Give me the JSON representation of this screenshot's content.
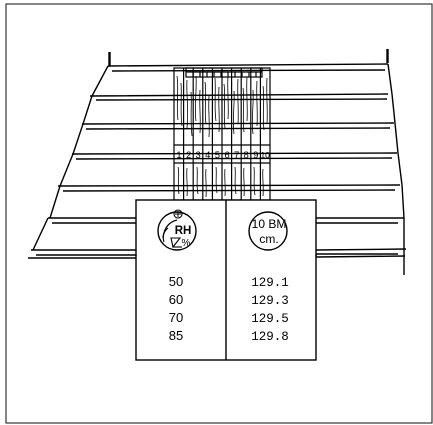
{
  "strip_numbers": [
    "1",
    "2",
    "3",
    "4",
    "5",
    "6",
    "7",
    "8",
    "9",
    "10"
  ],
  "table": {
    "left_header_icon": "humidity-rh-icon",
    "left_header_icon_text_top": "RH",
    "left_header_icon_text_bottom": "%",
    "right_header_text_top": "10 BM",
    "right_header_text_bottom": "cm.",
    "rows": [
      {
        "rh": "50",
        "width_cm": "129.1"
      },
      {
        "rh": "60",
        "width_cm": "129.3"
      },
      {
        "rh": "70",
        "width_cm": "129.5"
      },
      {
        "rh": "85",
        "width_cm": "129.8"
      }
    ]
  },
  "colors": {
    "line": "#000000",
    "background": "#ffffff"
  }
}
